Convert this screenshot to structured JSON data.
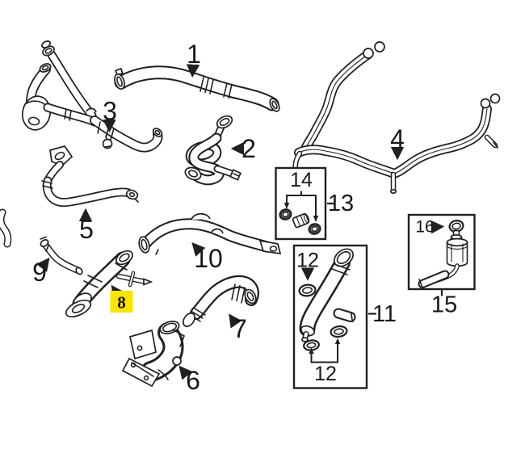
{
  "colors": {
    "background": "#ffffff",
    "line": "#231f20",
    "highlight": "#f8e400",
    "label": "#181818"
  },
  "diagram": {
    "type": "exploded-parts-diagram",
    "highlighted_callout": "8"
  },
  "callouts": {
    "c1": {
      "label": "1"
    },
    "c2": {
      "label": "2"
    },
    "c3": {
      "label": "3"
    },
    "c4": {
      "label": "4"
    },
    "c5": {
      "label": "5"
    },
    "c6": {
      "label": "6"
    },
    "c7": {
      "label": "7"
    },
    "c8": {
      "label": "8",
      "highlighted": true
    },
    "c9": {
      "label": "9"
    },
    "c10": {
      "label": "10"
    },
    "c11": {
      "label": "11"
    },
    "c12_top": {
      "label": "12"
    },
    "c12_bottom": {
      "label": "12"
    },
    "c13": {
      "label": "13"
    },
    "c14": {
      "label": "14"
    },
    "c15": {
      "label": "15"
    },
    "c16": {
      "label": "16"
    }
  }
}
